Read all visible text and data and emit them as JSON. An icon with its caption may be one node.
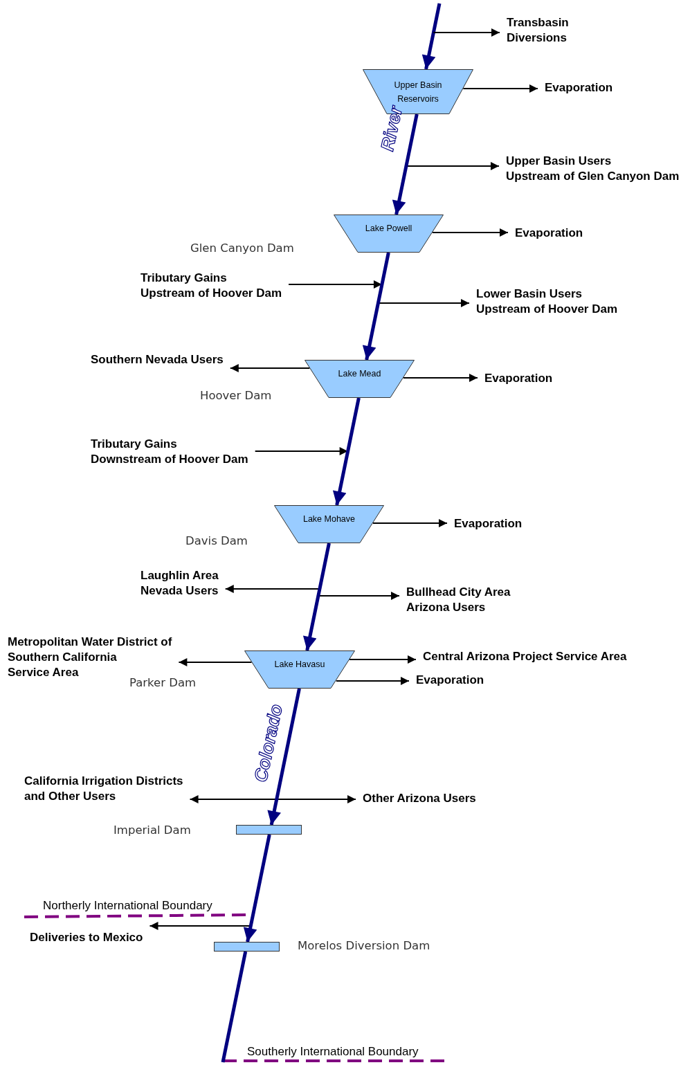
{
  "diagram": {
    "nodes": [
      {
        "text": [
          "Transbasin Diversions"
        ]
      },
      {
        "text": [
          "Upper Basin Reservoirs"
        ]
      },
      {
        "text": [
          "Evaporation"
        ]
      },
      {
        "text": [
          "Upper Basin Users Upstream of Glen Canyon Dam"
        ]
      },
      {
        "text": [
          "Lake Powell"
        ]
      },
      {
        "text": [
          "Evaporation"
        ]
      },
      {
        "text": [
          "Tributary Gains Upstream of Hoover Dam"
        ]
      },
      {
        "text": [
          "Lower Basin Users Upstream of Hoover Dam"
        ]
      },
      {
        "text": [
          "Lake Mead"
        ]
      },
      {
        "text": [
          "Southern Nevada Users"
        ]
      },
      {
        "text": [
          "Evaporation"
        ]
      },
      {
        "text": [
          "Tributary Gains Downstream of Hoover Dam"
        ]
      },
      {
        "text": [
          "Lake Mohave"
        ]
      },
      {
        "text": [
          "Evaporation"
        ]
      },
      {
        "text": [
          "Laughlin Area Nevada Users"
        ]
      },
      {
        "text": [
          "Bullhead City Area Arizona Users"
        ]
      },
      {
        "text": [
          "Lake Havasu"
        ]
      },
      {
        "text": [
          "Metropolitan Water District of Southern California Service Area"
        ]
      },
      {
        "text": [
          "Central Arizona Project Service Area"
        ]
      },
      {
        "text": [
          "Evaporation"
        ]
      },
      {
        "text": [
          "California Irrigation Districts and Other Users"
        ]
      },
      {
        "text": [
          "Other Arizona Users"
        ]
      },
      {
        "text": [],
        "shape": "bar"
      },
      {
        "text": [
          "Deliveries to Mexico"
        ]
      },
      {
        "text": [],
        "shape": "bar"
      }
    ],
    "edges": [
      {
        "from": null,
        "to": 1,
        "arrow": "to",
        "style": "thick",
        "color": "#000080"
      },
      {
        "from": null,
        "to": 0,
        "arrow": "to"
      },
      {
        "from": 1,
        "to": 2,
        "arrow": "to"
      },
      {
        "from": null,
        "to": 3,
        "arrow": "to"
      },
      {
        "from": 1,
        "to": 4,
        "arrow": "to",
        "style": "thick",
        "color": "#000080"
      },
      {
        "from": 4,
        "to": 5,
        "arrow": "to"
      },
      {
        "from": 6,
        "to": null,
        "arrow": "to"
      },
      {
        "from": null,
        "to": 7,
        "arrow": "to"
      },
      {
        "from": 4,
        "to": 8,
        "arrow": "to",
        "style": "thick",
        "color": "#000080"
      },
      {
        "from": 8,
        "to": 9,
        "arrow": "to"
      },
      {
        "from": 8,
        "to": 10,
        "arrow": "to"
      },
      {
        "from": 11,
        "to": null,
        "arrow": "to"
      },
      {
        "from": 8,
        "to": 12,
        "arrow": "to",
        "style": "thick",
        "color": "#000080"
      },
      {
        "from": 12,
        "to": 13,
        "arrow": "to"
      },
      {
        "from": null,
        "to": 14,
        "arrow": "to"
      },
      {
        "from": null,
        "to": 15,
        "arrow": "to"
      },
      {
        "from": 12,
        "to": 16,
        "arrow": "to",
        "style": "thick",
        "color": "#000080"
      },
      {
        "from": 16,
        "to": 17,
        "arrow": "to"
      },
      {
        "from": 16,
        "to": 18,
        "arrow": "to"
      },
      {
        "from": 16,
        "to": 19,
        "arrow": "to"
      },
      {
        "from": null,
        "to": 20,
        "arrow": "to"
      },
      {
        "from": null,
        "to": 21,
        "arrow": "to"
      },
      {
        "from": 16,
        "to": 22,
        "arrow": "to",
        "style": "thick",
        "color": "#000080"
      },
      {
        "from": null,
        "to": 23,
        "arrow": "to"
      },
      {
        "from": 22,
        "to": 24,
        "arrow": "to",
        "style": "thick",
        "color": "#000080"
      },
      {
        "from": 24,
        "to": null,
        "arrow": "none",
        "style": "thick",
        "color": "#000080"
      }
    ],
    "labels": [
      "River",
      "Glen Canyon Dam",
      "Hoover Dam",
      "Davis Dam",
      "Parker Dam",
      "Colorado",
      "Imperial Dam",
      "Northerly International Boundary",
      "Morelos Diversion Dam",
      "Southerly International Boundary"
    ]
  }
}
